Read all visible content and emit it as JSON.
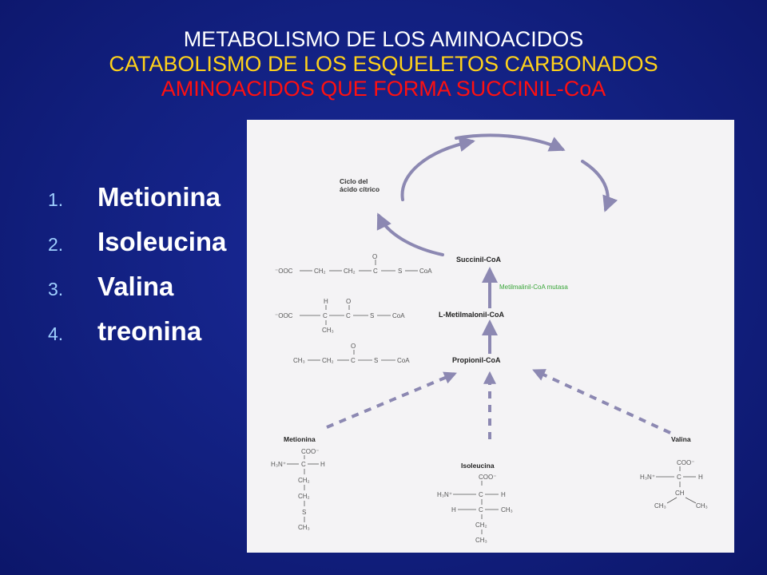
{
  "title": {
    "line1": "METABOLISMO DE LOS AMINOACIDOS",
    "line2": "CATABOLISMO DE LOS ESQUELETOS CARBONADOS",
    "line3": "AMINOACIDOS QUE FORMA SUCCINIL-CoA"
  },
  "list": {
    "items": [
      {
        "num": "1.",
        "label": "Metionina"
      },
      {
        "num": "2.",
        "label": "Isoleucina"
      },
      {
        "num": "3.",
        "label": "Valina"
      },
      {
        "num": "4.",
        "label": "treonina"
      }
    ]
  },
  "diagram": {
    "cycle_label_1": "Ciclo del",
    "cycle_label_2": "ácido cítrico",
    "succinyl_label": "Succinil-CoA",
    "methylmalonyl_label": "L-Metilmalonil-CoA",
    "propionyl_label": "Propionil-CoA",
    "mutase_label": "Metilmalinil-CoA mutasa",
    "methionine_label": "Metionina",
    "isoleucine_label": "Isoleucina",
    "valine_label": "Valina",
    "colors": {
      "arrow": "#8c88b2",
      "mutase": "#3aa63a",
      "structure": "#555555"
    }
  }
}
